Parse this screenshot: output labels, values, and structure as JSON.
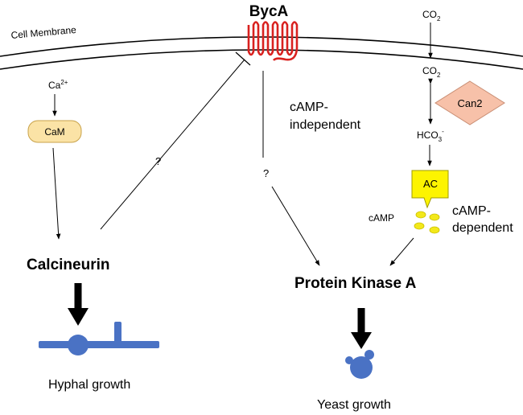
{
  "labels": {
    "cell_membrane": "Cell Membrane",
    "byca": "BycA",
    "ca": "Ca",
    "ca_sup": "2+",
    "cam": "CaM",
    "co2_top": "CO",
    "co2_top_sub": "2",
    "co2_mid": "CO",
    "co2_mid_sub": "2",
    "can2": "Can2",
    "hco3": "HCO",
    "hco3_sub": "3",
    "hco3_sup": "-",
    "ac": "AC",
    "camp": "cAMP",
    "camp_dependent_1": "cAMP-",
    "camp_dependent_2": "dependent",
    "camp_independent_1": "cAMP-",
    "camp_independent_2": "independent",
    "q_left": "?",
    "q_mid": "?",
    "calcineurin": "Calcineurin",
    "pka": "Protein Kinase A",
    "hyphal_growth": "Hyphal growth",
    "yeast_growth": "Yeast growth"
  },
  "colors": {
    "receptor": "#d9211f",
    "cam_fill": "#fbe3a6",
    "cam_stroke": "#c8a24a",
    "can2_fill": "#f7c1a9",
    "can2_stroke": "#c98e74",
    "ac_fill": "#fdf400",
    "camp_dots": "#f3e81a",
    "growth_blue": "#4a72c4"
  },
  "icons": [
    "receptor-icon",
    "hyphae-icon",
    "yeast-icon"
  ]
}
